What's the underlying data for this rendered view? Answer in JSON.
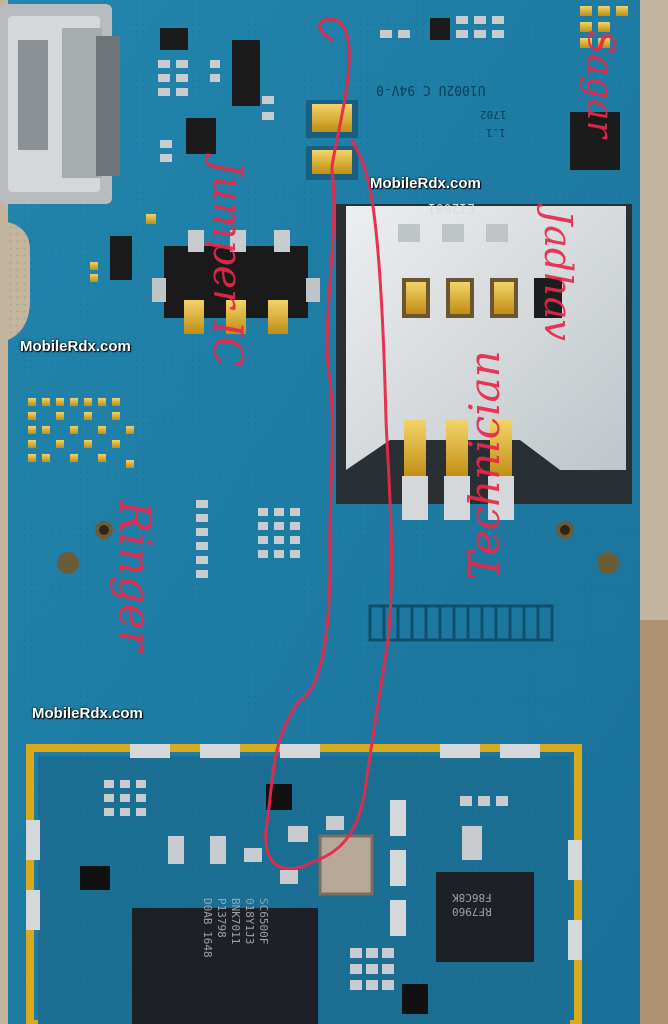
{
  "image": {
    "subject": "Mobile phone logic board with red hand-drawn jumper line",
    "colors": {
      "board": "#1f7fa6",
      "board_dark": "#16698c",
      "gold": "#d9a91e",
      "shield": "#d9dde0",
      "jumper": "#e8284a",
      "background": "#c8b9a6"
    }
  },
  "watermarks": {
    "w1": "MobileRdx.com",
    "w2": "MobileRdx.com",
    "w3": "MobileRdx.com"
  },
  "silkscreen": {
    "board_code": "U1002U C 94V-0",
    "board_code2": "1702",
    "board_code3": "1.1",
    "sim_label": "E12001"
  },
  "chip_text": {
    "main_ic": [
      "SC6500F",
      "018Y1J3",
      "BNK7011",
      "P13798",
      "D0AB 1648"
    ],
    "side_ic": [
      "RF7960",
      "F86C8K"
    ]
  },
  "handwriting": {
    "line1": "Jumper IC",
    "line2": "Ringer",
    "line3": "Technician",
    "line4": "Sagar",
    "line5": "Jadhav"
  }
}
